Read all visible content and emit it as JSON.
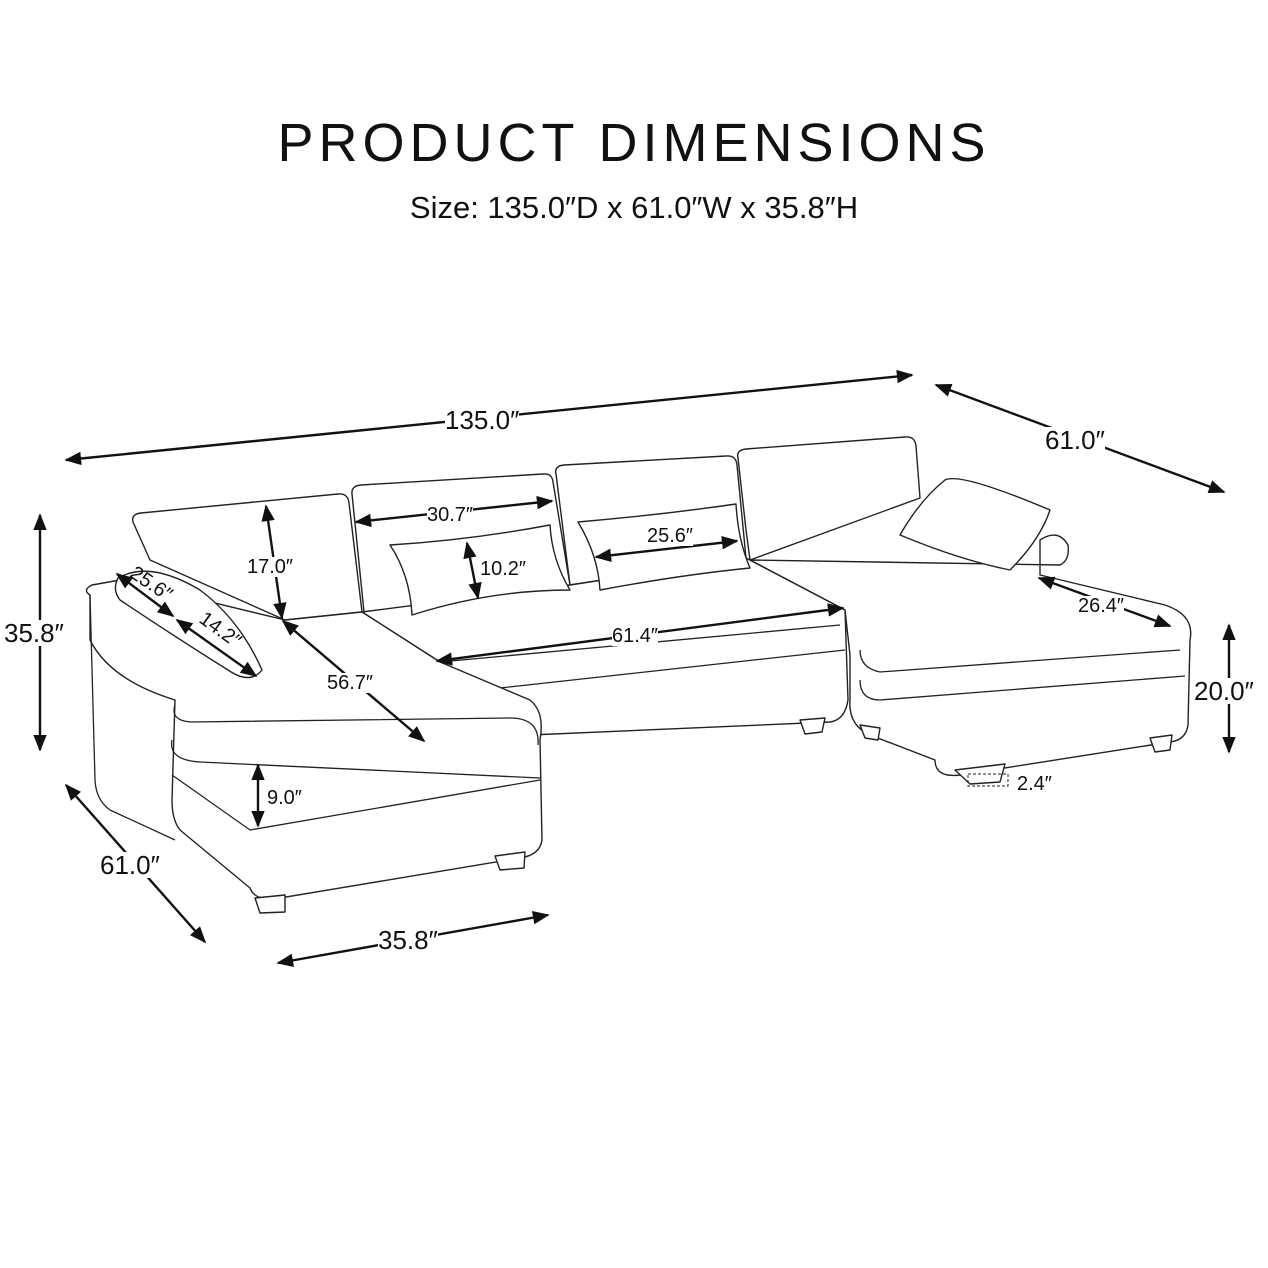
{
  "header": {
    "title": "PRODUCT DIMENSIONS",
    "size": "Size: 135.0″D x 61.0″W x 35.8″H"
  },
  "dimensions": {
    "overall_depth": "135.0″",
    "chaise_right_width": "61.0″",
    "chaise_left_width": "61.0″",
    "overall_height": "35.8″",
    "chaise_front_width": "35.8″",
    "back_cushion_height": "17.0″",
    "back_cushion_width": "30.7″",
    "pillow_height": "10.2″",
    "pillow_width": "25.6″",
    "arm_pillow_length": "25.6″",
    "arm_pillow_depth": "14.2″",
    "chaise_seat_depth": "56.7″",
    "middle_seat_width": "61.4″",
    "chaise_seat_width": "26.4″",
    "seat_height": "20.0″",
    "seat_cushion_thickness": "9.0″",
    "leg_height": "2.4″"
  }
}
